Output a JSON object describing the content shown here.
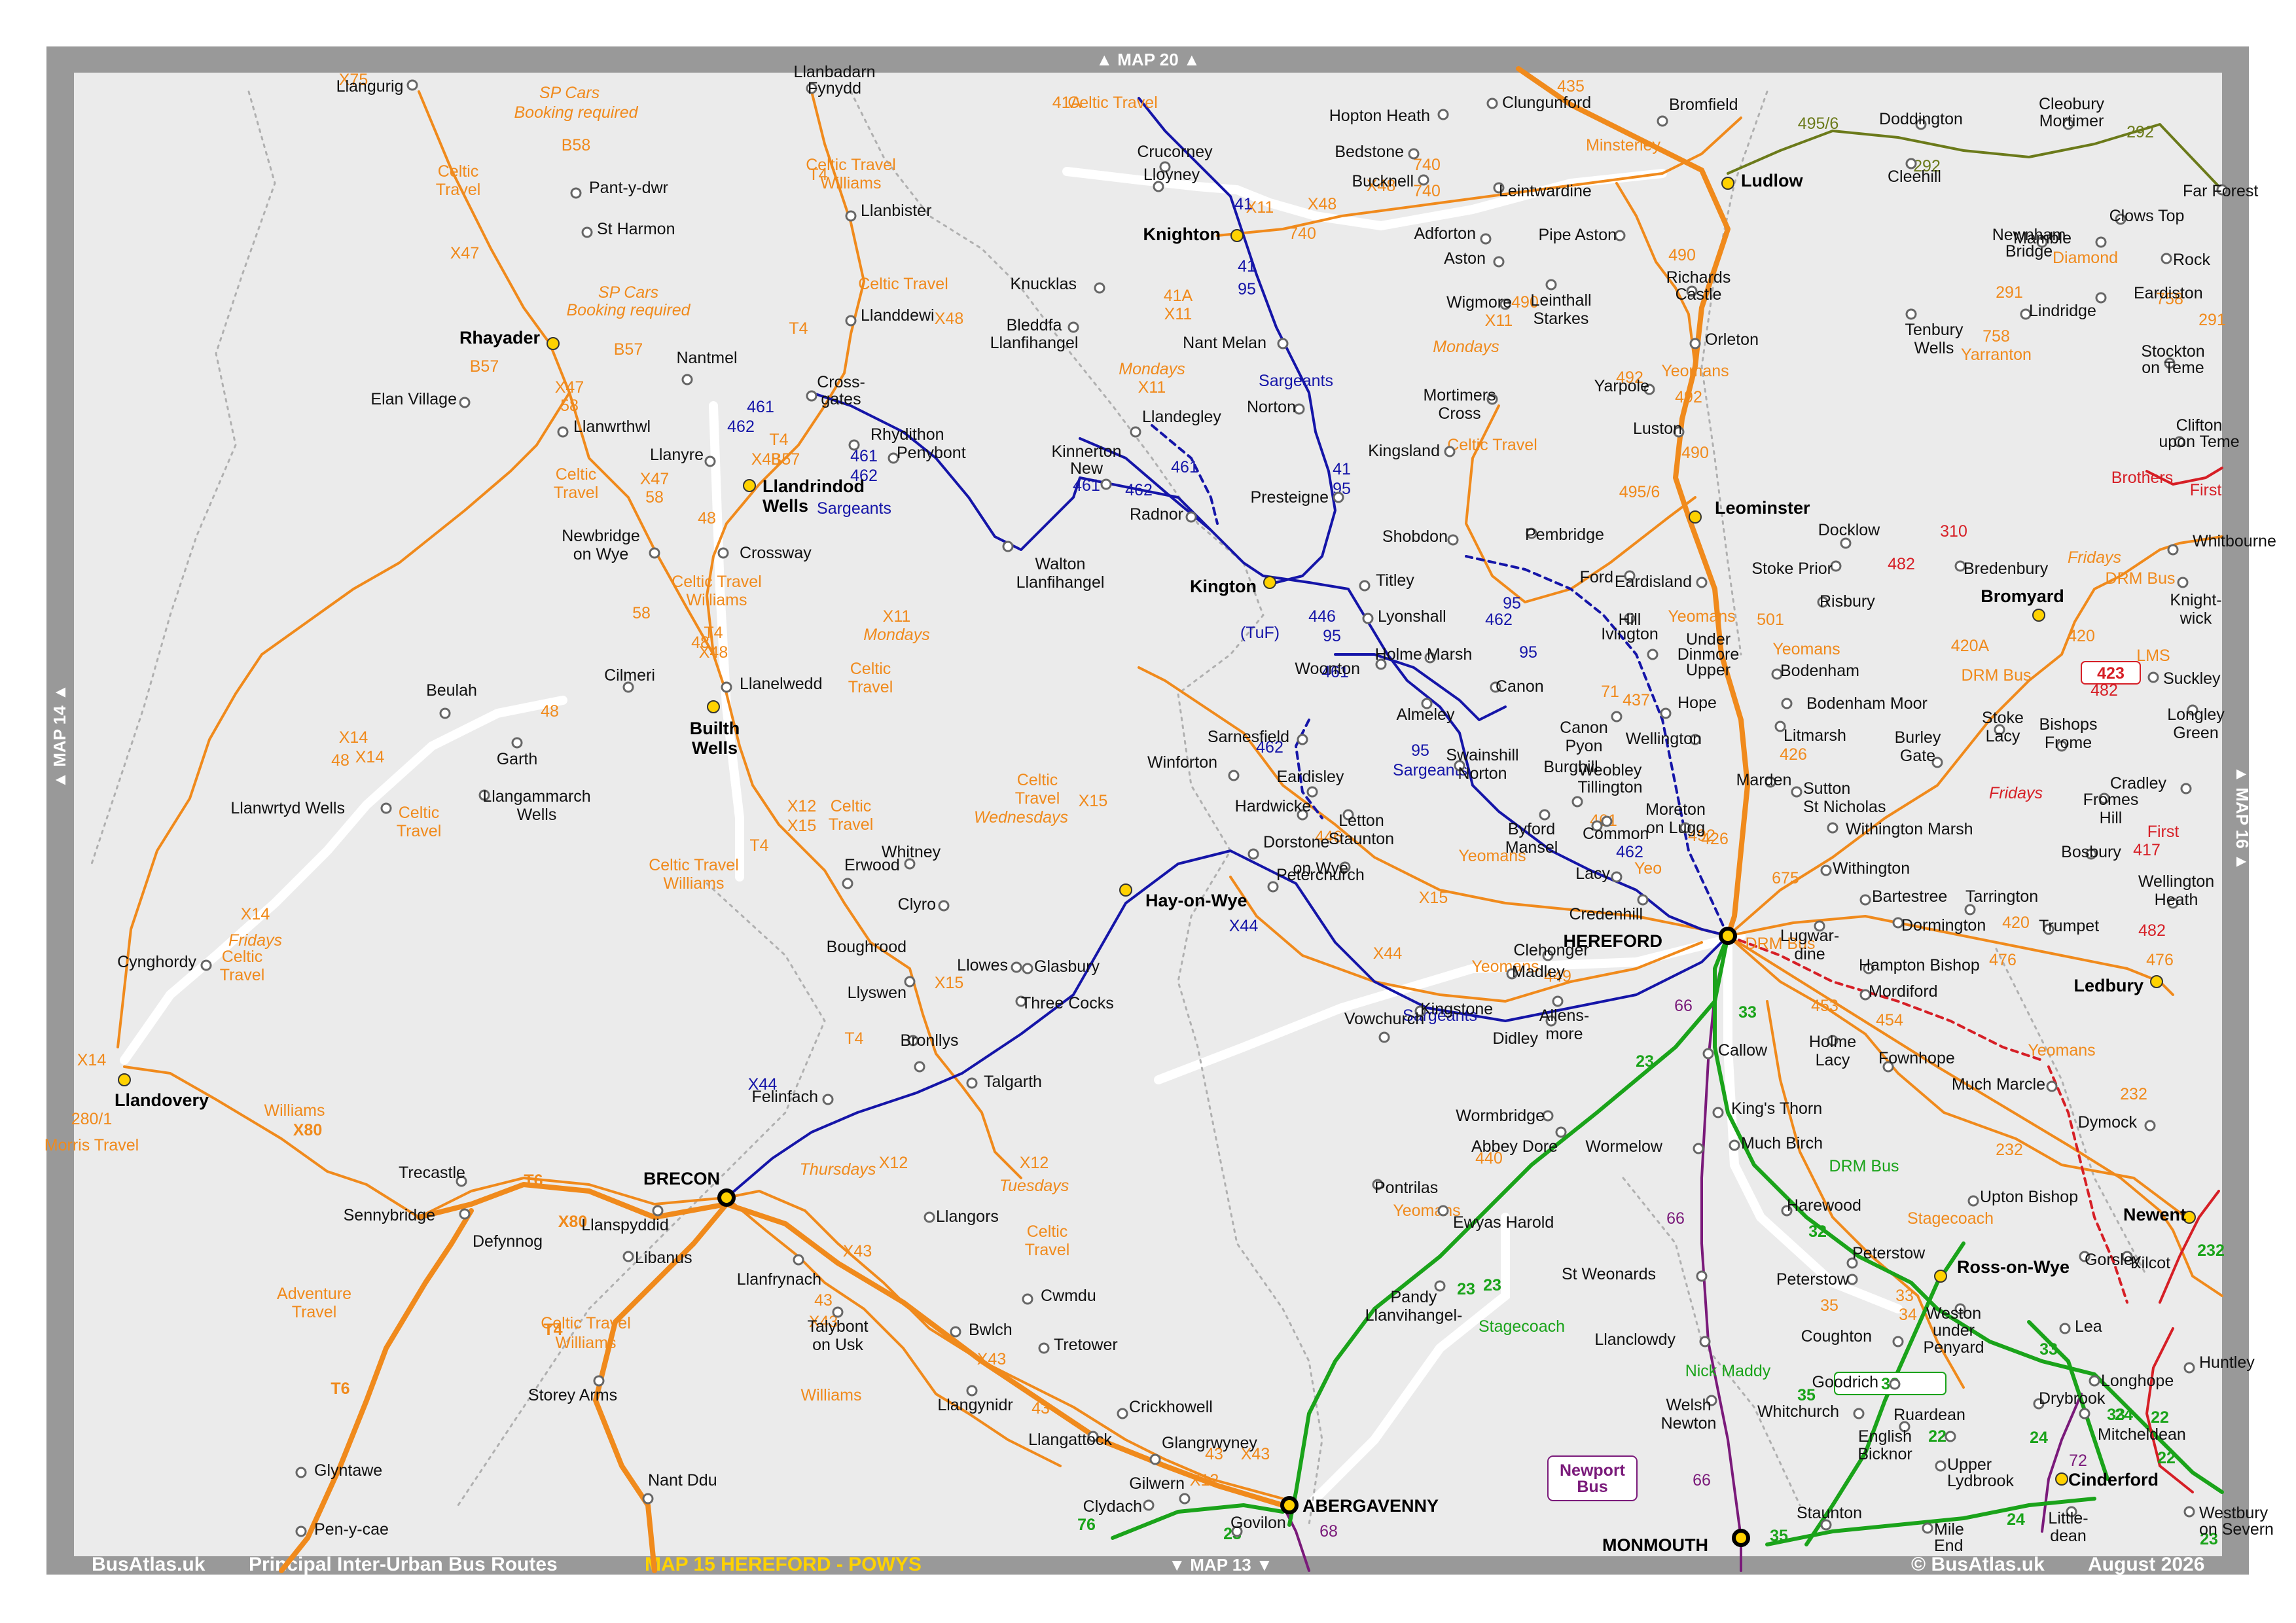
{
  "colors": {
    "frame": "#999999",
    "map_bg": "#ebebeb",
    "orange": "#f08a1c",
    "blue": "#1515a8",
    "green": "#1aa31a",
    "purple": "#7a1a7a",
    "red": "#d61f26",
    "olive": "#6b7a1a",
    "white_road": "#ffffff",
    "border": "#b0b0b0"
  },
  "edges": {
    "top": "▲ MAP 20 ▲",
    "bottom": "▼ MAP 13 ▼",
    "left": "▲ MAP 14 ▲",
    "right": "▲ MAP 16 ▲"
  },
  "footer": {
    "site": "BusAtlas.uk",
    "subtitle": "Principal Inter-Urban Bus Routes",
    "map_title": "MAP 15   HEREFORD - POWYS",
    "copyright": "© BusAtlas.uk",
    "date": "August 2026"
  },
  "towns": [
    {
      "name": "HEREFORD",
      "major": true
    },
    {
      "name": "BRECON",
      "major": true
    },
    {
      "name": "ABERGAVENNY",
      "major": true
    },
    {
      "name": "MONMOUTH",
      "major": true
    },
    {
      "name": "Ludlow",
      "hub": true
    },
    {
      "name": "Leominster",
      "hub": true
    },
    {
      "name": "Knighton",
      "hub": true
    },
    {
      "name": "Kington",
      "hub": true
    },
    {
      "name": "Rhayader",
      "hub": true
    },
    {
      "name": "Llandrindod",
      "hub": true
    },
    {
      "name": "Wells",
      "hub": true
    },
    {
      "name": "Builth",
      "hub": true
    },
    {
      "name": "Wells",
      "hub": true
    },
    {
      "name": "Hay-on-Wye",
      "hub": true
    },
    {
      "name": "Llandovery",
      "hub": true
    },
    {
      "name": "Bromyard",
      "hub": true
    },
    {
      "name": "Ledbury",
      "hub": true
    },
    {
      "name": "Ross-on-Wye",
      "hub": true
    },
    {
      "name": "Newent",
      "hub": true
    },
    {
      "name": "Cinderford",
      "hub": true
    },
    {
      "name": "Llangurig"
    },
    {
      "name": "Pant-y-dwr"
    },
    {
      "name": "St Harmon"
    },
    {
      "name": "Llanbadarn"
    },
    {
      "name": "Fynydd"
    },
    {
      "name": "Llanbister"
    },
    {
      "name": "Llanddewi"
    },
    {
      "name": "Cross-"
    },
    {
      "name": "gates"
    },
    {
      "name": "Nantmel"
    },
    {
      "name": "Elan Village"
    },
    {
      "name": "Llanwrthwl"
    },
    {
      "name": "Llanyre"
    },
    {
      "name": "Newbridge"
    },
    {
      "name": "on Wye"
    },
    {
      "name": "Crossway"
    },
    {
      "name": "Llanelwedd"
    },
    {
      "name": "Cilmeri"
    },
    {
      "name": "Beulah"
    },
    {
      "name": "Garth"
    },
    {
      "name": "Llangammarch"
    },
    {
      "name": "Wells"
    },
    {
      "name": "Llanwrtyd Wells"
    },
    {
      "name": "Cynghordy"
    },
    {
      "name": "Trecastle"
    },
    {
      "name": "Sennybridge"
    },
    {
      "name": "Defynnog"
    },
    {
      "name": "Llanspyddid"
    },
    {
      "name": "Libanus"
    },
    {
      "name": "Storey Arms"
    },
    {
      "name": "Glyntawe"
    },
    {
      "name": "Pen-y-cae"
    },
    {
      "name": "Nant Ddu"
    },
    {
      "name": "Llanfrynach"
    },
    {
      "name": "Talybont"
    },
    {
      "name": "on Usk"
    },
    {
      "name": "Bwlch"
    },
    {
      "name": "Llangynidr"
    },
    {
      "name": "Llangattock"
    },
    {
      "name": "Crickhowell"
    },
    {
      "name": "Glangrwyney"
    },
    {
      "name": "Gilwern"
    },
    {
      "name": "Clydach"
    },
    {
      "name": "Govilon"
    },
    {
      "name": "Tretower"
    },
    {
      "name": "Cwmdu"
    },
    {
      "name": "Llangors"
    },
    {
      "name": "Felinfach"
    },
    {
      "name": "Talgarth"
    },
    {
      "name": "Bronllys"
    },
    {
      "name": "Llyswen"
    },
    {
      "name": "Boughrood"
    },
    {
      "name": "Erwood"
    },
    {
      "name": "Glasbury"
    },
    {
      "name": "Three Cocks"
    },
    {
      "name": "Llowes"
    },
    {
      "name": "Clyro"
    },
    {
      "name": "Whitney"
    },
    {
      "name": "Winforton"
    },
    {
      "name": "Hardwicke"
    },
    {
      "name": "Dorstone"
    },
    {
      "name": "Peterchurch"
    },
    {
      "name": "Vowchurch"
    },
    {
      "name": "Kingstone"
    },
    {
      "name": "Clehonger"
    },
    {
      "name": "Madley"
    },
    {
      "name": "Allens-"
    },
    {
      "name": "more"
    },
    {
      "name": "Didley"
    },
    {
      "name": "Wormbridge"
    },
    {
      "name": "Abbey Dore"
    },
    {
      "name": "Ewyas Harold"
    },
    {
      "name": "Pontrilas"
    },
    {
      "name": "Pandy"
    },
    {
      "name": "Llanvihangel-"
    },
    {
      "name": "Crucorney"
    },
    {
      "name": "Lloyney"
    },
    {
      "name": "Knucklas"
    },
    {
      "name": "Bleddfa"
    },
    {
      "name": "Llanfihangel"
    },
    {
      "name": "Rhydithon"
    },
    {
      "name": "Penybont"
    },
    {
      "name": "Llandegley"
    },
    {
      "name": "Kinnerton"
    },
    {
      "name": "New"
    },
    {
      "name": "Radnor"
    },
    {
      "name": "Walton"
    },
    {
      "name": "Llanfihangel"
    },
    {
      "name": "Nant Melan"
    },
    {
      "name": "Norton"
    },
    {
      "name": "Presteigne"
    },
    {
      "name": "Titley"
    },
    {
      "name": "Lyonshall"
    },
    {
      "name": "Holme Marsh"
    },
    {
      "name": "Woonton"
    },
    {
      "name": "Almeley"
    },
    {
      "name": "Sarnesfield"
    },
    {
      "name": "Eardisley"
    },
    {
      "name": "Letton"
    },
    {
      "name": "Staunton"
    },
    {
      "name": "on Wye"
    },
    {
      "name": "Byford"
    },
    {
      "name": "Mansel"
    },
    {
      "name": "Lacy"
    },
    {
      "name": "Credenhill"
    },
    {
      "name": "Swainshill"
    },
    {
      "name": "Norton"
    },
    {
      "name": "Canon"
    },
    {
      "name": "Weobley"
    },
    {
      "name": "Tillington"
    },
    {
      "name": "Common"
    },
    {
      "name": "Burghill"
    },
    {
      "name": "Moreton"
    },
    {
      "name": "on Lugg"
    },
    {
      "name": "Canon"
    },
    {
      "name": "Pyon"
    },
    {
      "name": "Wellington"
    },
    {
      "name": "Hope"
    },
    {
      "name": "Under"
    },
    {
      "name": "Dinmore"
    },
    {
      "name": "Upper"
    },
    {
      "name": "Hill"
    },
    {
      "name": "Ivington"
    },
    {
      "name": "Ford"
    },
    {
      "name": "Eardisland"
    },
    {
      "name": "Pembridge"
    },
    {
      "name": "Shobdon"
    },
    {
      "name": "Kingsland"
    },
    {
      "name": "Mortimers"
    },
    {
      "name": "Cross"
    },
    {
      "name": "Yarpole"
    },
    {
      "name": "Luston"
    },
    {
      "name": "Orleton"
    },
    {
      "name": "Richards"
    },
    {
      "name": "Castle"
    },
    {
      "name": "Wigmore"
    },
    {
      "name": "Leinthall"
    },
    {
      "name": "Starkes"
    },
    {
      "name": "Aston"
    },
    {
      "name": "Adforton"
    },
    {
      "name": "Pipe Aston"
    },
    {
      "name": "Leintwardine"
    },
    {
      "name": "Bucknell"
    },
    {
      "name": "Bedstone"
    },
    {
      "name": "Hopton Heath"
    },
    {
      "name": "Clungunford"
    },
    {
      "name": "Bromfield"
    },
    {
      "name": "Cleehill"
    },
    {
      "name": "Doddington"
    },
    {
      "name": "Cleobury"
    },
    {
      "name": "Mortimer"
    },
    {
      "name": "Far Forest"
    },
    {
      "name": "Clows Top"
    },
    {
      "name": "Mamble"
    },
    {
      "name": "Rock"
    },
    {
      "name": "Newnham"
    },
    {
      "name": "Bridge"
    },
    {
      "name": "Tenbury"
    },
    {
      "name": "Wells"
    },
    {
      "name": "Lindridge"
    },
    {
      "name": "Eardiston"
    },
    {
      "name": "Stockton"
    },
    {
      "name": "on Teme"
    },
    {
      "name": "Clifton"
    },
    {
      "name": "upon Teme"
    },
    {
      "name": "Docklow"
    },
    {
      "name": "Stoke Prior"
    },
    {
      "name": "Bredenbury"
    },
    {
      "name": "Whitbourne"
    },
    {
      "name": "Knight-"
    },
    {
      "name": "wick"
    },
    {
      "name": "Suckley"
    },
    {
      "name": "Longley"
    },
    {
      "name": "Green"
    },
    {
      "name": "Risbury"
    },
    {
      "name": "Bodenham"
    },
    {
      "name": "Bodenham Moor"
    },
    {
      "name": "Litmarsh"
    },
    {
      "name": "Marden"
    },
    {
      "name": "Burley"
    },
    {
      "name": "Gate"
    },
    {
      "name": "Stoke"
    },
    {
      "name": "Lacy"
    },
    {
      "name": "Bishops"
    },
    {
      "name": "Frome"
    },
    {
      "name": "Fromes"
    },
    {
      "name": "Hill"
    },
    {
      "name": "Cradley"
    },
    {
      "name": "Bosbury"
    },
    {
      "name": "Wellington"
    },
    {
      "name": "Heath"
    },
    {
      "name": "Sutton"
    },
    {
      "name": "St Nicholas"
    },
    {
      "name": "Withington Marsh"
    },
    {
      "name": "Withington"
    },
    {
      "name": "Bartestree"
    },
    {
      "name": "Tarrington"
    },
    {
      "name": "Lugwar-"
    },
    {
      "name": "dine"
    },
    {
      "name": "Dormington"
    },
    {
      "name": "Trumpet"
    },
    {
      "name": "Hampton Bishop"
    },
    {
      "name": "Mordiford"
    },
    {
      "name": "Holme"
    },
    {
      "name": "Lacy"
    },
    {
      "name": "Fownhope"
    },
    {
      "name": "Much Marcle"
    },
    {
      "name": "Dymock"
    },
    {
      "name": "Callow"
    },
    {
      "name": "King's Thorn"
    },
    {
      "name": "Much Birch"
    },
    {
      "name": "Wormelow"
    },
    {
      "name": "Harewood"
    },
    {
      "name": "Peterstow"
    },
    {
      "name": "Peterstow"
    },
    {
      "name": "Upton Bishop"
    },
    {
      "name": "Gorsley"
    },
    {
      "name": "Kilcot"
    },
    {
      "name": "Weston"
    },
    {
      "name": "under"
    },
    {
      "name": "Penyard"
    },
    {
      "name": "Lea"
    },
    {
      "name": "Coughton"
    },
    {
      "name": "Goodrich"
    },
    {
      "name": "Whitchurch"
    },
    {
      "name": "English"
    },
    {
      "name": "Bicknor"
    },
    {
      "name": "Ruardean"
    },
    {
      "name": "Drybrook"
    },
    {
      "name": "Mitcheldean"
    },
    {
      "name": "Longhope"
    },
    {
      "name": "Huntley"
    },
    {
      "name": "Upper"
    },
    {
      "name": "Lydbrook"
    },
    {
      "name": "Little-"
    },
    {
      "name": "dean"
    },
    {
      "name": "Westbury"
    },
    {
      "name": "on Severn"
    },
    {
      "name": "Staunton"
    },
    {
      "name": "Mile"
    },
    {
      "name": "End"
    },
    {
      "name": "St Weonards"
    },
    {
      "name": "Llanclowdy"
    },
    {
      "name": "Welsh"
    },
    {
      "name": "Newton"
    }
  ],
  "labels": [
    "X75",
    "SP Cars",
    "Booking required",
    "B58",
    "Celtic",
    "Travel",
    "X47",
    "SP Cars",
    "Booking required",
    "B57",
    "X47",
    "58",
    "B57",
    "T4",
    "Celtic Travel",
    "Williams",
    "T4",
    "Celtic Travel",
    "X48",
    "41A",
    "Celtic Travel",
    "435",
    "Minsterley",
    "740",
    "740",
    "X11",
    "X48",
    "X48",
    "740",
    "41",
    "41",
    "95",
    "41A",
    "X11",
    "Mondays",
    "X11",
    "Sargeants",
    "41",
    "95",
    "461",
    "462",
    "461",
    "462",
    "461",
    "462",
    "461",
    "Sargeants",
    "X48",
    "B57",
    "T4",
    "Celtic",
    "Travel",
    "X47",
    "58",
    "48",
    "Celtic Travel",
    "Williams",
    "T4",
    "X48",
    "X11",
    "Mondays",
    "Celtic",
    "Travel",
    "58",
    "48",
    "48",
    "X14",
    "X14",
    "48",
    "Celtic",
    "Travel",
    "X14",
    "Fridays",
    "Celtic",
    "Travel",
    "X14",
    "280/1",
    "Morris Travel",
    "Williams",
    "X80",
    "T6",
    "X80",
    "Adventure",
    "Travel",
    "T6",
    "T4",
    "Celtic Travel",
    "Williams",
    "X12",
    "X15",
    "Celtic",
    "Travel",
    "T4",
    "Celtic Travel",
    "Williams",
    "X15",
    "T4",
    "X44",
    "X12",
    "Thursdays",
    "X12",
    "Tuesdays",
    "Celtic",
    "Travel",
    "X43",
    "43",
    "X43",
    "Williams",
    "X43",
    "43",
    "43",
    "X43",
    "X12",
    "Celtic",
    "Travel",
    "X15",
    "Wednesdays",
    "X44",
    "Sargeants",
    "X44",
    "Yeomans",
    "449",
    "446",
    "X15",
    "Yeomans",
    "446",
    "95",
    "461",
    "462",
    "95",
    "462",
    "95",
    "(TuF)",
    "95",
    "Sargeants",
    "461",
    "462",
    "Yeo",
    "71",
    "437",
    "501",
    "Yeomans",
    "426",
    "Yeomans",
    "426",
    "492",
    "492",
    "492",
    "490",
    "Yeomans",
    "490",
    "490",
    "X11",
    "Mondays",
    "Celtic Travel",
    "495/6",
    "495/6",
    "292",
    "292",
    "Diamond",
    "291",
    "758",
    "291",
    "758",
    "Yarranton",
    "Brothers",
    "First",
    "310",
    "482",
    "Fridays",
    "DRM Bus",
    "420A",
    "DRM Bus",
    "420",
    "LMS",
    "423",
    "482",
    "Fridays",
    "First",
    "417",
    "482",
    "675",
    "420",
    "476",
    "476",
    "DRM Bus",
    "453",
    "454",
    "Yeomans",
    "232",
    "232",
    "DRM Bus",
    "Stagecoach",
    "232",
    "32",
    "33",
    "33",
    "34",
    "35",
    "Nick Maddy",
    "33",
    "35",
    "22",
    "24",
    "24",
    "33",
    "22",
    "72",
    "22",
    "23",
    "35",
    "24",
    "66",
    "33",
    "23",
    "66",
    "66",
    "23",
    "Stagecoach",
    "440",
    "Yeomans",
    "23",
    "76",
    "23",
    "68",
    "Newport",
    "Bus"
  ]
}
